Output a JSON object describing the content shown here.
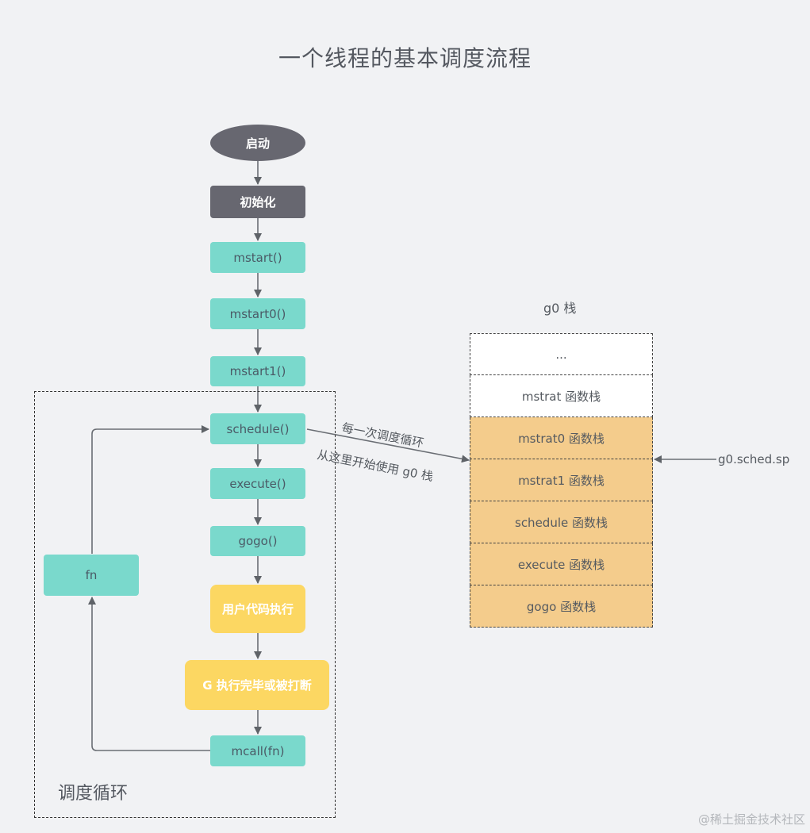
{
  "title": "一个线程的基本调度流程",
  "flow": {
    "start": "启动",
    "init": "初始化",
    "mstart": "mstart()",
    "mstart0": "mstart0()",
    "mstart1": "mstart1()",
    "schedule": "schedule()",
    "execute": "execute()",
    "gogo": "gogo()",
    "user_code": "用户代码执行",
    "g_done": "G 执行完毕或被打断",
    "mcall": "mcall(fn)",
    "fn": "fn"
  },
  "loop_label": "调度循环",
  "annotation": {
    "line1": "每一次调度循环",
    "line2": "从这里开始使用 g0 栈"
  },
  "stack": {
    "title": "g0 栈",
    "cells": [
      "...",
      "mstrat 函数栈",
      "mstrat0 函数栈",
      "mstrat1 函数栈",
      "schedule 函数栈",
      "execute 函数栈",
      "gogo 函数栈"
    ],
    "pointer": "g0.sched.sp"
  },
  "watermark": "@稀土掘金技术社区",
  "colors": {
    "teal": "#7ad9cc",
    "dark": "#676770",
    "yellow": "#fcd762",
    "stack_orange": "#f4cc8c",
    "stack_white": "#ffffff",
    "background": "#f1f2f4"
  }
}
